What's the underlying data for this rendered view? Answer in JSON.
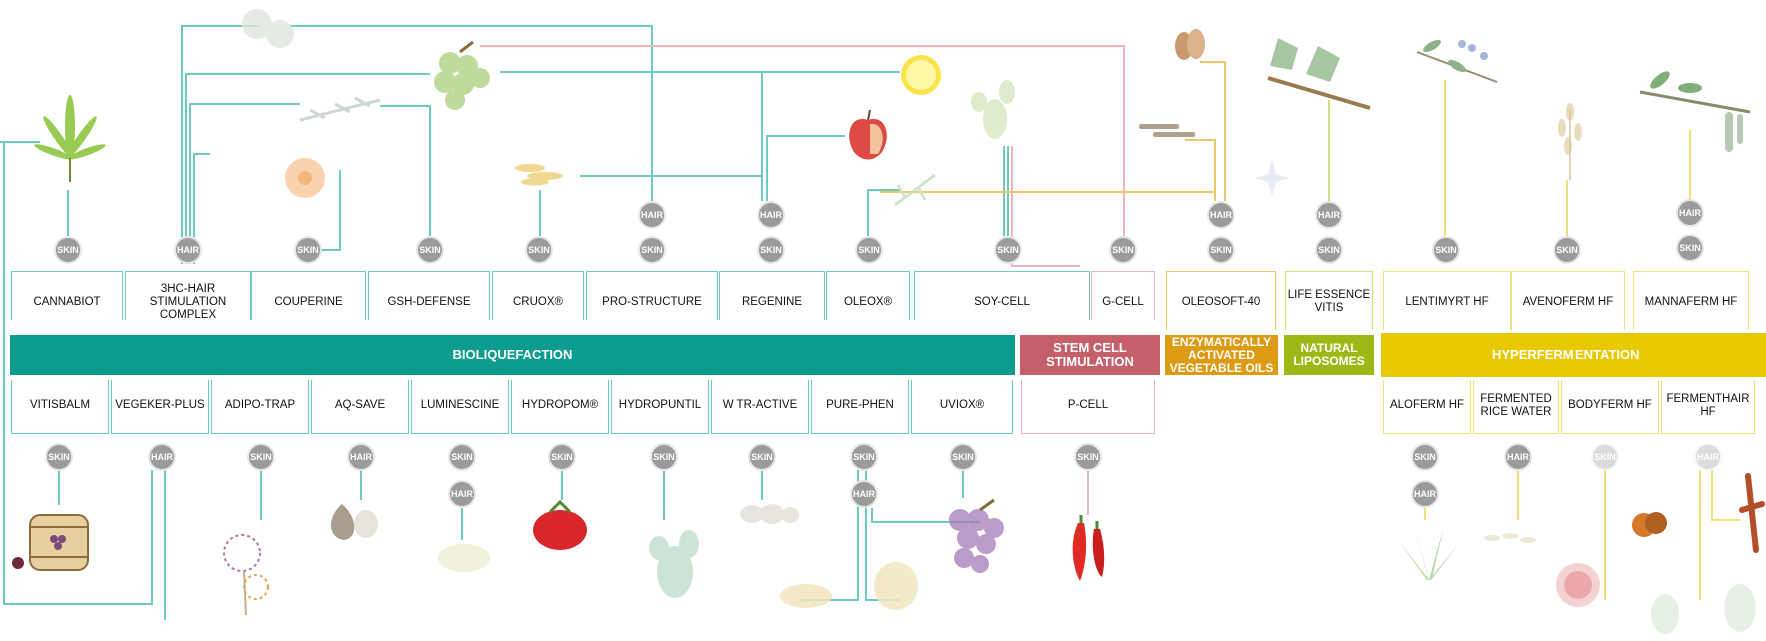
{
  "colors": {
    "teal": "#0c9b8f",
    "teal_line": "#6ccbc3",
    "rose": "#c5606b",
    "rose_line": "#eab5bb",
    "orange": "#dd9a13",
    "orange_line": "#eec66a",
    "olive": "#9fb714",
    "olive_line": "#d3df7e",
    "yellow": "#e8c900",
    "yellow_line": "#f1e07a",
    "badge": "#9b9b9b"
  },
  "bands": {
    "biliquefaction": "BIOLIQUEFACTION",
    "stem_cell": "STEM CELL STIMULATION",
    "enzymatic": "ENZYMATICALLY ACTIVATED VEGETABLE OILS",
    "natural_liposomes": "NATURAL LIPOSOMES",
    "hyperfermentation_a": "HYPERFERM",
    "hyperfermentation_b": "ENTATION"
  },
  "top_products": [
    {
      "label": "CANNABIOT",
      "badges": [
        "SKIN"
      ],
      "plant": "cannabis-leaf"
    },
    {
      "label": "3HC-HAIR STIMULATION COMPLEX",
      "badges": [
        "HAIR"
      ],
      "plant": "grapes"
    },
    {
      "label": "COUPERINE",
      "badges": [
        "SKIN"
      ],
      "plant": "chamomile-flower"
    },
    {
      "label": "GSH-DEFENSE",
      "badges": [
        "SKIN"
      ],
      "plant": "rosemary"
    },
    {
      "label": "CRUOX®",
      "badges": [
        "SKIN"
      ],
      "plant": "grains"
    },
    {
      "label": "PRO-STRUCTURE",
      "badges": [
        "HAIR",
        "SKIN"
      ],
      "plant": "leaf"
    },
    {
      "label": "REGENINE",
      "badges": [
        "HAIR",
        "SKIN"
      ],
      "plant": "lemon"
    },
    {
      "label": "OLEOX®",
      "badges": [
        "SKIN"
      ],
      "plant": "olive-branch"
    },
    {
      "label": "SOY-CELL",
      "badges": [
        "SKIN"
      ],
      "plant": "cactus"
    },
    {
      "label": "G-CELL",
      "badges": [
        "SKIN"
      ],
      "plant": "grapes"
    },
    {
      "label": "OLEOSOFT-40",
      "badges": [
        "HAIR",
        "SKIN"
      ],
      "plant": "almond"
    },
    {
      "label": "LIFE ESSENCE VITIS",
      "badges": [
        "HAIR",
        "SKIN"
      ],
      "plant": "vine-leaves"
    },
    {
      "label": "LENTIMYRT HF",
      "badges": [
        "SKIN"
      ],
      "plant": "myrtle-branch"
    },
    {
      "label": "AVENOFERM HF",
      "badges": [
        "SKIN"
      ],
      "plant": "oat"
    },
    {
      "label": "MANNAFERM HF",
      "badges": [
        "HAIR",
        "SKIN"
      ],
      "plant": "wisteria-branch"
    }
  ],
  "bottom_products": [
    {
      "label": "VITISBALM",
      "badges": [
        "SKIN"
      ],
      "plant": "wine-barrel"
    },
    {
      "label": "VEGEKER-PLUS",
      "badges": [
        "HAIR"
      ],
      "plant": "grains"
    },
    {
      "label": "ADIPO-TRAP",
      "badges": [
        "SKIN"
      ],
      "plant": "allium-flower"
    },
    {
      "label": "AQ-SAVE",
      "badges": [
        "HAIR"
      ],
      "plant": "garlic"
    },
    {
      "label": "LUMINESCINE",
      "badges": [
        "SKIN",
        "HAIR"
      ],
      "plant": "white-flower"
    },
    {
      "label": "HYDROPOM®",
      "badges": [
        "SKIN"
      ],
      "plant": "tomato"
    },
    {
      "label": "HYDROPUNTIL",
      "badges": [
        "SKIN"
      ],
      "plant": "cactus"
    },
    {
      "label": "W TR-ACTIVE",
      "badges": [
        "SKIN"
      ],
      "plant": "seeds"
    },
    {
      "label": "PURE-PHEN",
      "badges": [
        "SKIN",
        "HAIR"
      ],
      "plant": "ginger"
    },
    {
      "label": "UVIOX®",
      "badges": [
        "SKIN"
      ],
      "plant": "grapes"
    },
    {
      "label": "P-CELL",
      "badges": [
        "SKIN"
      ],
      "plant": "chili-pepper"
    },
    {
      "label": "ALOFERM HF",
      "badges": [
        "SKIN",
        "HAIR"
      ],
      "plant": "aloe"
    },
    {
      "label": "FERMENTED RICE WATER",
      "badges": [
        "HAIR"
      ],
      "plant": "rice"
    },
    {
      "label": "BODYFERM HF",
      "badges": [
        "SKIN"
      ],
      "plant": "pomegranate"
    },
    {
      "label": "FERMENTHAIR HF",
      "badges": [
        "HAIR"
      ],
      "plant": "cinnamon"
    }
  ]
}
